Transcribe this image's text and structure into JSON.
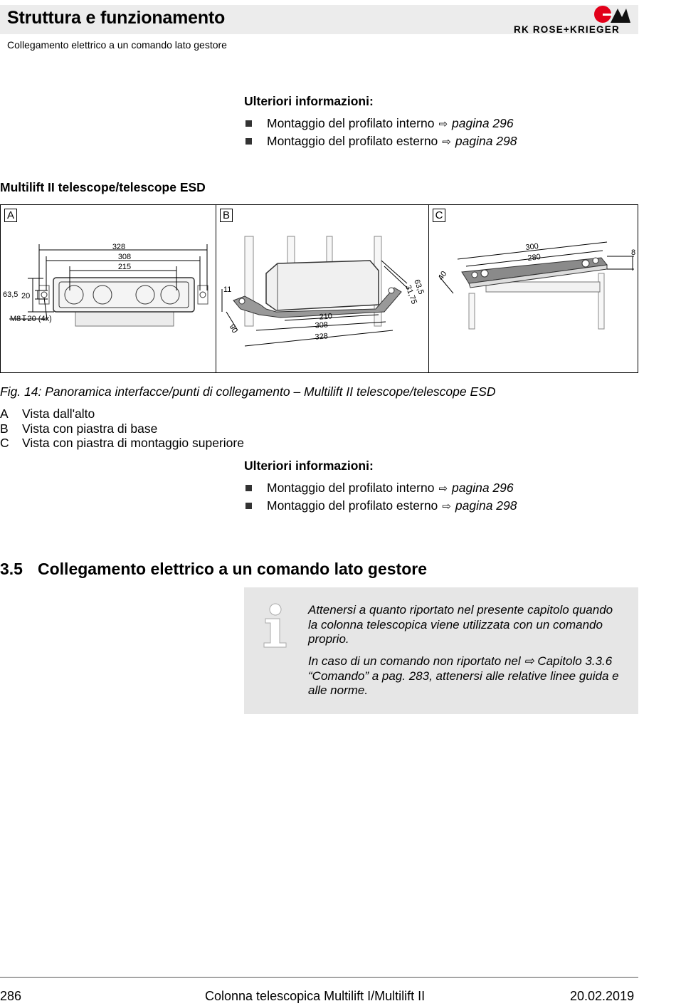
{
  "header": {
    "title": "Struttura e funzionamento",
    "subtitle": "Collegamento elettrico a un comando lato gestore",
    "logo_text": "RK ROSE+KRIEGER",
    "logo_color": "#e2001a"
  },
  "info_top": {
    "title": "Ulteriori informazioni:",
    "items": [
      {
        "text": "Montaggio del profilato interno",
        "arrow": "⇨",
        "page": "pagina 296"
      },
      {
        "text": "Montaggio del profilato esterno",
        "arrow": "⇨",
        "page": "pagina 298"
      }
    ]
  },
  "section_label": "Multilift II telescope/telescope ESD",
  "figure": {
    "panels": [
      "A",
      "B",
      "C"
    ],
    "panel_a": {
      "dims": [
        "328",
        "308",
        "215",
        "63,5",
        "20",
        "M8↧20 (4x)"
      ]
    },
    "panel_b": {
      "dims": [
        "11",
        "90",
        "210",
        "308",
        "328",
        "63,5",
        "31,75"
      ]
    },
    "panel_c": {
      "dims": [
        "300",
        "280",
        "8",
        "40"
      ]
    }
  },
  "caption": "Fig. 14: Panoramica interfacce/punti di collegamento – Multilift II telescope/telescope ESD",
  "legend": [
    {
      "key": "A",
      "text": "Vista dall'alto"
    },
    {
      "key": "B",
      "text": "Vista con piastra di base"
    },
    {
      "key": "C",
      "text": "Vista con piastra di montaggio superiore"
    }
  ],
  "info_bottom": {
    "title": "Ulteriori informazioni:",
    "items": [
      {
        "text": "Montaggio del profilato interno",
        "arrow": "⇨",
        "page": "pagina 296"
      },
      {
        "text": "Montaggio del profilato esterno",
        "arrow": "⇨",
        "page": "pagina 298"
      }
    ]
  },
  "section": {
    "number": "3.5",
    "title": "Collegamento elettrico a un comando lato gestore"
  },
  "note": {
    "icon": "info-icon",
    "p1": "Attenersi a quanto riportato nel presente capitolo quando la colonna telescopica viene utilizzata con un comando proprio.",
    "p2": "In caso di un comando non riportato nel ⇨ Capitolo 3.3.6 “Comando” a pag. 283, attenersi alle relative linee guida e alle norme."
  },
  "footer": {
    "page": "286",
    "center": "Colonna telescopica Multilift I/Multilift II",
    "date": "20.02.2019"
  }
}
